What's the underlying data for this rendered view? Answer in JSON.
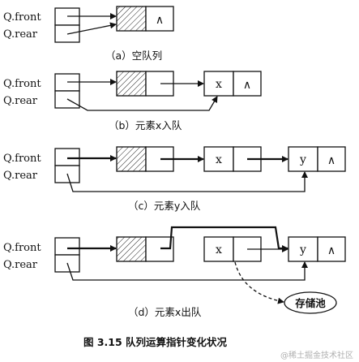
{
  "labels": {
    "front": "Q.front",
    "rear": "Q.rear",
    "x": "x",
    "y": "y",
    "null_mark": "∧"
  },
  "captions": {
    "a": "（a）空队列",
    "b": "（b）元素x入队",
    "c": "（c）元素y入队",
    "d": "（d）元素x出队"
  },
  "figure_caption": "图 3.15   队列运算指针变化状况",
  "bubble": "存储池",
  "watermark": "@稀土掘金技术社区"
}
